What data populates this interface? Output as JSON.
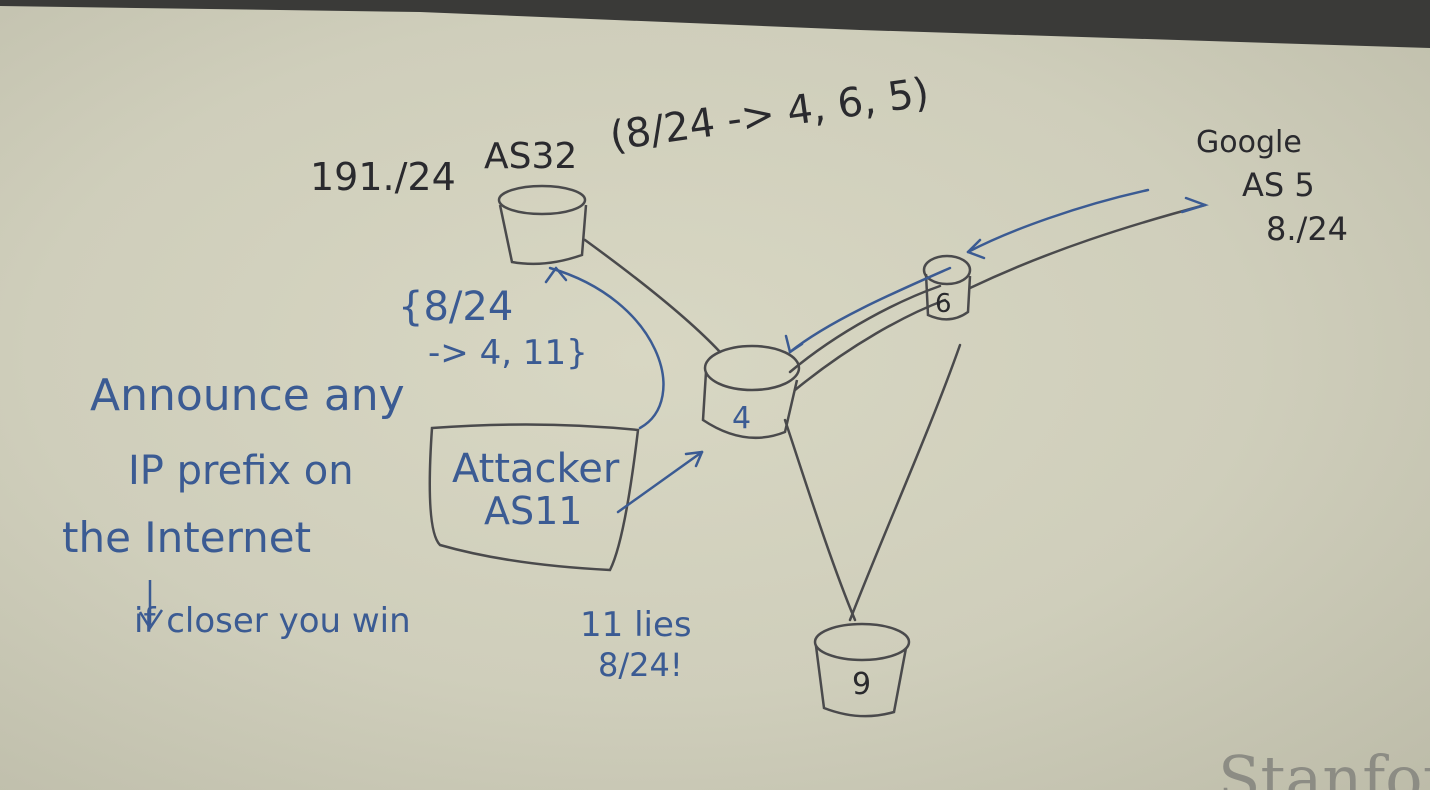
{
  "image": {
    "watermark_text": "Stanfor",
    "whiteboard": {
      "router_labels": {
        "as32_name": "AS32",
        "as32_prefix": "191./24",
        "as32_route": "(8/24 -> 4, 6, 5)",
        "google_name": "Google",
        "google_as": "AS 5",
        "google_prefix": "8./24",
        "router_4": "4",
        "router_6": "6",
        "router_9": "9"
      },
      "attacker": {
        "line1": "Attacker",
        "line2": "AS11",
        "announcement_line1": "{8/24",
        "announcement_line2": "-> 4, 11}",
        "note_line1": "11 lies",
        "note_line2": "8/24!"
      },
      "notes": {
        "line1": "Announce any",
        "line2": "IP prefix on",
        "line3": "the Internet",
        "line4": "if closer you win"
      }
    },
    "colors": {
      "board": "#d3d2be",
      "ink_black": "#2a2a2e",
      "ink_blue": "#3b5b93"
    }
  }
}
